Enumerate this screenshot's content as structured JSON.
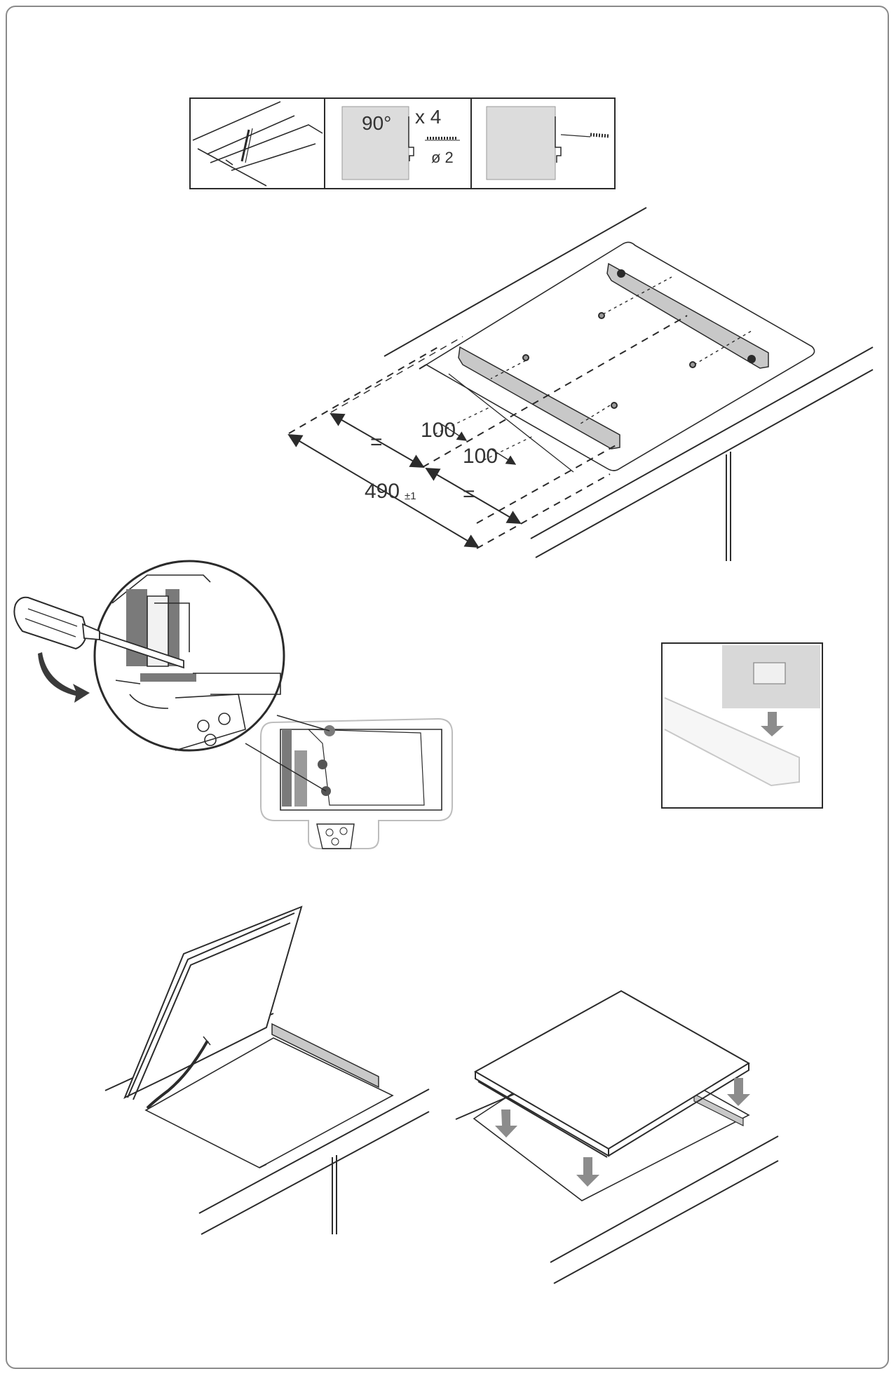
{
  "step_strip": {
    "angle_label": "90°",
    "count_label": "x 4",
    "drill_label": "ø 2"
  },
  "dimensions": {
    "overall_label": "490",
    "tolerance_label": "±1",
    "equal_left": "=",
    "equal_right": "=",
    "spacing_upper": "100",
    "spacing_lower": "100"
  },
  "colors": {
    "line": "#2b2b2b",
    "panel_fill": "#dcdcdc",
    "bracket_fill": "#c8c8c8",
    "arrow_fill": "#8c8c8c"
  }
}
